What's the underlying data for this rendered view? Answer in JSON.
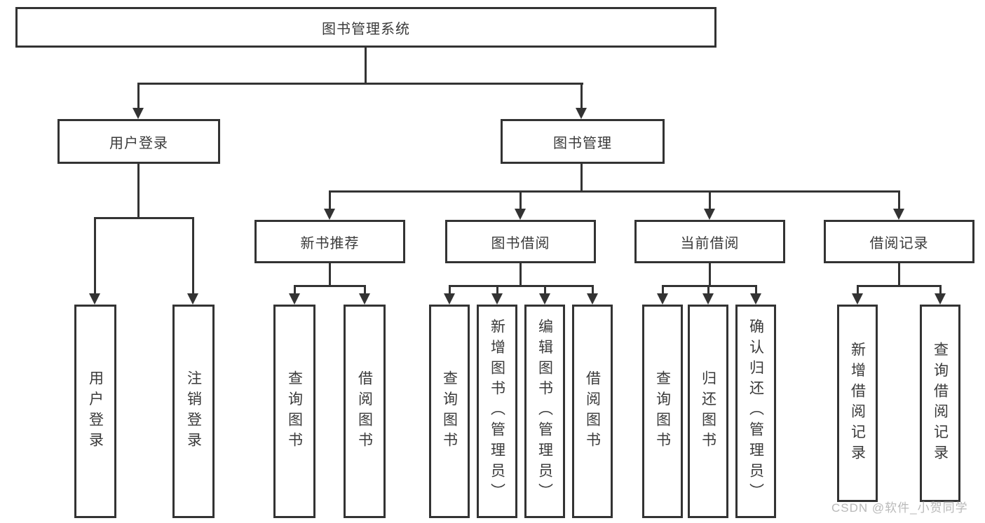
{
  "diagram": {
    "title": "图书管理系统",
    "branches": {
      "user_login": "用户登录",
      "book_mgmt": "图书管理"
    },
    "modules": {
      "new_book": "新书推荐",
      "book_borrow": "图书借阅",
      "current_borrow": "当前借阅",
      "borrow_records": "借阅记录"
    },
    "leaves": {
      "login_1": "用户登录",
      "login_2": "注销登录",
      "newbook_1": "查询图书",
      "newbook_2": "借阅图书",
      "borrow_1": "查询图书",
      "borrow_2": "新增图书（管理员）",
      "borrow_3": "编辑图书（管理员）",
      "borrow_4": "借阅图书",
      "current_1": "查询图书",
      "current_2": "归还图书",
      "current_3": "确认归还（管理员）",
      "records_1": "新增借阅记录",
      "records_2": "查询借阅记录"
    }
  },
  "watermark": "CSDN @软件_小贺同学",
  "colors": {
    "line": "#333333",
    "text": "#3a3a3a",
    "watermark": "#b9b9b9",
    "background": "#ffffff"
  }
}
